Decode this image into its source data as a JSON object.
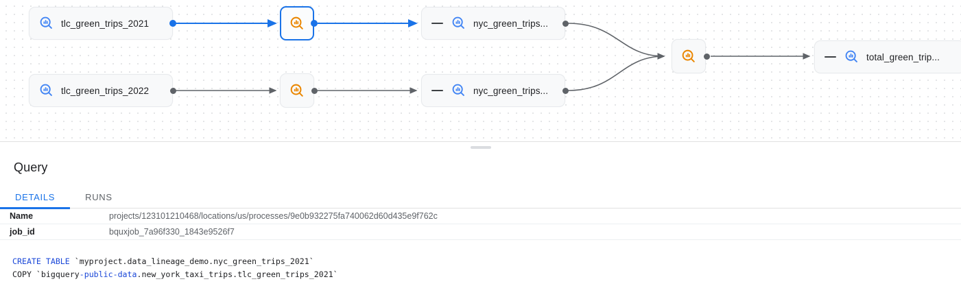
{
  "graph": {
    "nodes": [
      {
        "id": "tlc2021",
        "label": "tlc_green_trips_2021",
        "type": "table",
        "icon": "bigquery-table-icon",
        "selected": false,
        "collapsible": false
      },
      {
        "id": "tlc2022",
        "label": "tlc_green_trips_2022",
        "type": "table",
        "icon": "bigquery-table-icon",
        "selected": false,
        "collapsible": false
      },
      {
        "id": "proc1",
        "label": "",
        "type": "process",
        "icon": "bigquery-process-icon",
        "selected": true,
        "collapsible": false
      },
      {
        "id": "proc2",
        "label": "",
        "type": "process",
        "icon": "bigquery-process-icon",
        "selected": false,
        "collapsible": false
      },
      {
        "id": "nyc1",
        "label": "nyc_green_trips...",
        "type": "table",
        "icon": "bigquery-table-icon",
        "selected": false,
        "collapsible": true
      },
      {
        "id": "nyc2",
        "label": "nyc_green_trips...",
        "type": "table",
        "icon": "bigquery-table-icon",
        "selected": false,
        "collapsible": true
      },
      {
        "id": "proc3",
        "label": "",
        "type": "process",
        "icon": "bigquery-process-icon",
        "selected": false,
        "collapsible": false
      },
      {
        "id": "total",
        "label": "total_green_trip...",
        "type": "table",
        "icon": "bigquery-table-icon",
        "selected": false,
        "collapsible": true
      }
    ],
    "colors": {
      "edge_default": "#5f6368",
      "edge_highlight": "#1a73e8",
      "node_fill": "#f8f9fa",
      "table_icon": "#4285f4",
      "process_icon": "#ea8600",
      "selection": "#1a73e8"
    }
  },
  "panel": {
    "title": "Query",
    "tabs": [
      {
        "id": "details",
        "label": "DETAILS",
        "active": true
      },
      {
        "id": "runs",
        "label": "RUNS",
        "active": false
      }
    ],
    "fields": [
      {
        "key": "Name",
        "value": "projects/123101210468/locations/us/processes/9e0b932275fa740062d60d435e9f762c"
      },
      {
        "key": "job_id",
        "value": "bquxjob_7a96f330_1843e9526f7"
      }
    ],
    "sql": {
      "line1_kw": "CREATE TABLE",
      "line1_rest": " `myproject.data_lineage_demo.nyc_green_trips_2021`",
      "line2_pre": "COPY `bigquery",
      "line2_kw": "-public-data",
      "line2_rest": ".new_york_taxi_trips.tlc_green_trips_2021`"
    }
  }
}
